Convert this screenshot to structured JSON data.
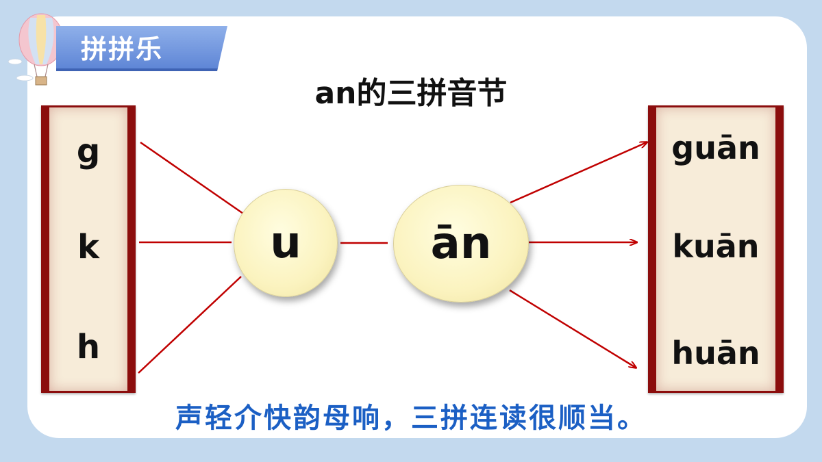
{
  "tag": {
    "label": "拼拼乐"
  },
  "title": "an的三拼音节",
  "initials": [
    "g",
    "k",
    "h"
  ],
  "medial": "u",
  "final": "ān",
  "syllables": [
    "guān",
    "kuān",
    "huān"
  ],
  "rhyme": "声轻介快韵母响，三拼连读很顺当。",
  "colors": {
    "line": "#c00000",
    "frame": "#8b0d0d",
    "rhyme_text": "#1b5fc4",
    "background": "#c3d9ee"
  }
}
